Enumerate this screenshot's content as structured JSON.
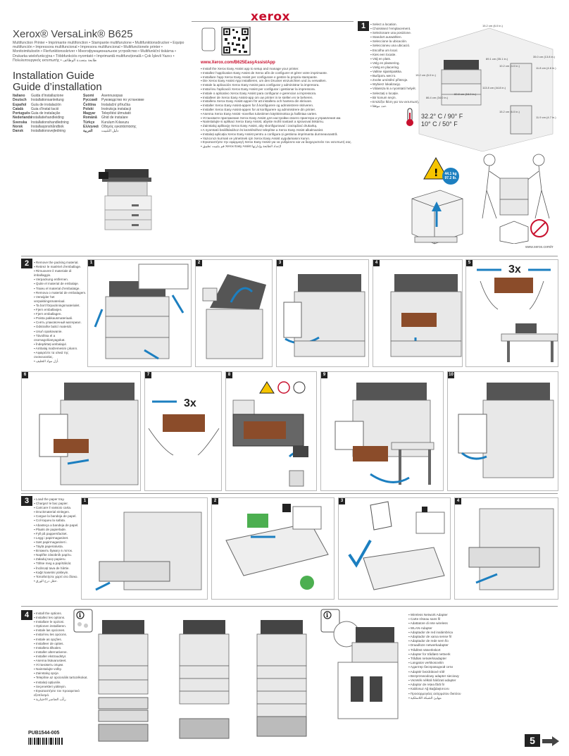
{
  "brand": "xerox",
  "product": "Xerox® VersaLink® B625",
  "subtitles": "Multifunction Printer • Imprimante multifonction • Stampante multifunzione • Multifunktionsdrucker • Equipo multifunción • Impressora multifuncional • Impresora multifuncional • Multifunctionele printer • Monitoimitulostin • Flerfunktionsskriver • Многофункциональное устройство • Multifunkční tiskárna • Drukarka wielofunkcyjna • Többfunkciós nyomtató • Imprimantă multifuncțională • Çok İşlevli Yazıcı • Πολυλειτουργικός εκτυπωτής • طابعة متعددة الوظائف",
  "guide_title_1": "Installation Guide",
  "guide_title_2": "Guide d’installation",
  "languages_left": [
    {
      "lang": "Italiano",
      "text": "Guida d’installazione"
    },
    {
      "lang": "Deutsch",
      "text": "Installationsanleitung"
    },
    {
      "lang": "Español",
      "text": "Guía de instalación"
    },
    {
      "lang": "Català",
      "text": "Guia d’instal·lació"
    },
    {
      "lang": "Português",
      "text": "Guia de instalação"
    },
    {
      "lang": "Nederlands",
      "text": "Installatiehandleiding"
    },
    {
      "lang": "Svenska",
      "text": "Installationshandledning"
    },
    {
      "lang": "Norsk",
      "text": "Installasjonshåndbok"
    },
    {
      "lang": "Dansk",
      "text": "Installationsvejledning"
    }
  ],
  "languages_right": [
    {
      "lang": "Suomi",
      "text": "Asennusopas"
    },
    {
      "lang": "Русский",
      "text": "Руководство по установке"
    },
    {
      "lang": "Čeština",
      "text": "Instalační příručka"
    },
    {
      "lang": "Polski",
      "text": "Instrukcja instalacji"
    },
    {
      "lang": "Magyar",
      "text": "Telepítési útmutató"
    },
    {
      "lang": "Română",
      "text": "Ghid de instalare"
    },
    {
      "lang": "Türkçe",
      "text": "Kurulum Kılavuzu"
    },
    {
      "lang": "Ελληνικά",
      "text": "Οδηγός εγκατάστασης"
    },
    {
      "lang": "العربية",
      "text": "دليل التثبيت"
    }
  ],
  "qr_url": "www.Xerox.com/B625EasyAssistApp",
  "qr_items": [
    "Install the Xerox Easy Assist app to setup and manage your printer.",
    "Installez l’application Easy Assist de Xerox afin de configurer et gérer votre imprimante.",
    "Installare l’app Xerox Easy Assist per configurare e gestire la propria stampante.",
    "Die Xerox Easy Assist App installieren, um den Drucker einzurichten und zu verwalten.",
    "Instale la aplicación Xerox Easy Assist para configurar y administrar la impresora.",
    "Instal·leu l’aplicació Xerox Easy Assist per configurar i gestionar la impressora.",
    "Instale o aplicativo Xerox Easy Assist para configurar e gerenciar a impressora.",
    "Installeer de Xerox Easy Assist-app om uw printer in te stellen en te beheren.",
    "Installera Xerox Easy Assist-appen för att installera och hantera din skrivare.",
    "Installer Xerox Easy Assist-appen for å konfigurere og administrere skriveren.",
    "Installer Xerox Easy Assist-appen for at konfigurere og administrere din printer.",
    "Asenna Xerox Easy Assist -sovellus tulostimen käyttöönottoa ja hallintaa varten.",
    "Установите приложение Xerox Easy Assist для настройки своего принтера и управления им.",
    "Nainstalujte si aplikaci Xerox Easy Assist, abyste mohli nastavit a spravovat tiskárnu.",
    "Zainstaluj aplikację Xerox Easy Assist, aby skonfigurować i zarządzać drukarką.",
    "A nyomtató beállításához és kezeléséhez telepítse a Xerox Easy Assist alkalmazást.",
    "Instalați aplicația Xerox Easy Assist pentru a configura și gestiona imprimanta dumneavoastră.",
    "Yazıcınızı kurmak ve yönetmek için Xerox Easy Assist uygulamasını kurun.",
    "Εγκαταστήστε την εφαρμογή Xerox Easy Assist για να ρυθμίσετε και να διαχειριστείτε τον εκτυπωτή σας.",
    "قم بتثبيت تطبيق Xerox Easy Assist لإعداد الطابعة وإدارتها"
  ],
  "step1": {
    "num": "1",
    "items": [
      "Select a location.",
      "Choisissez l’emplacement.",
      "Selezionare una posizione.",
      "Standort auswählen.",
      "Seleccione la ubicación.",
      "Seleccioneu una ubicació.",
      "Escolha um local.",
      "Kies een locatie.",
      "Välj en plats.",
      "Velg en plassering.",
      "Vælg en placering.",
      "Valitse sijaintipaikka.",
      "Выбрать место.",
      "Zvolte umístění přístroje.",
      "Wybierz lokalizację.",
      "Válassza ki a nyomtató helyét.",
      "Selectați o locație.",
      "Bir konum seçin.",
      "Επιλέξτε θέση για τον εκτυπωτή.",
      "حدد موقعًا."
    ],
    "temp_f": "32.2° C / 90° F",
    "temp_c": "10° C / 50° F",
    "weight_1": "44.1 kg",
    "weight_2": "97.2 lb.",
    "dims": [
      "15.2 cm (6.0 in.)",
      "89.1 cm (35.1 in.)",
      "15.2 cm (6.0 in.)",
      "86.4 cm (34.0 in.)",
      "60.8 cm (16.0 in.)",
      "113.8 cm (44.8 in.)",
      "10.2 cm (4.0 in.)",
      "35.0 cm (13.8 in.)",
      "11.8 cm (4.6 in.)",
      "15.2 cm (6.0 in.)",
      "11.9 cm (4.7 in.)"
    ],
    "recycle_url": "www.xerox.com/rr"
  },
  "step2": {
    "num": "2",
    "items": [
      "Remove the packing material.",
      "Retirez le matériel d’emballage.",
      "Rimuovere il materiale di imballaggio.",
      "Verpackung entfernen.",
      "Quite el material de embalaje.",
      "Traieu el material d’embalatge.",
      "Remova o material de embalagem.",
      "Verwijder het verpakkingsmateriaal.",
      "Ta bort förpackningsmaterialet.",
      "Fjern emballasjen.",
      "Fjern emballagen.",
      "Poista pakkausmateriaali.",
      "Снять упаковочный материал.",
      "Odstraňte balicí materiál.",
      "Usuń opakowanie.",
      "Távolítsa el a csomagolóanyagokat.",
      "Îndepărtați ambalajul.",
      "Ambalaj malzemesini çıkarın.",
      "Αφαιρέστε τα υλικά της συσκευασίας.",
      "أزل مواد التغليف."
    ],
    "multiplier": "3x",
    "multiplier2": "3x",
    "panels": [
      "1",
      "2",
      "3",
      "4",
      "5",
      "6",
      "7",
      "8",
      "9",
      "10"
    ]
  },
  "step3": {
    "num": "3",
    "items": [
      "Load the paper tray.",
      "Chargez le bac papier.",
      "Caricare il vassoio carta.",
      "Druckmaterial einlegen.",
      "Cargue la bandeja de papel.",
      "Col·loqueu la safata.",
      "Abasteça a bandeja de papel.",
      "Plaats de papierlade.",
      "Fyll på pappersfacket.",
      "Legg i papirmagasinet.",
      "Sæt papirmagasinet i.",
      "Täytä paperialusta.",
      "Вложить бумагу в лоток.",
      "Naplňte zásobník papíru.",
      "Załaduj tacę papieru.",
      "Töltse meg a papírtálcát.",
      "Încărcați tava de hârtie.",
      "Kağıt kasetini yükleyin.",
      "Τοποθετήστε χαρτί στο δίσκο.",
      "حمّل درج الورق."
    ],
    "panels": [
      "1",
      "2",
      "3",
      "4"
    ]
  },
  "step4": {
    "num": "4",
    "items": [
      "Install the options.",
      "Installez les options.",
      "Installare le opzioni.",
      "Optionen installieren.",
      "Instale las opciones.",
      "Instal·leu les opcions.",
      "Instale as opções.",
      "Installeer de opties.",
      "Installera tillvalen.",
      "Installer alternativene.",
      "Installer ekstraudstyr.",
      "Asenna lisävarusteet.",
      "Установить опции.",
      "Nainstalujte volby.",
      "Zainstaluj opcje.",
      "Telepítse az opcionális tartozékokat.",
      "Instalați opțiunile.",
      "Seçenekleri yükleyin.",
      "Εγκαταστήστε τον προαιρετικό εξοπλισμό.",
      "ركّب العناصر الاختيارية."
    ],
    "pub_id": "PUB1544-005"
  },
  "adapters": [
    "Wireless Network Adapter",
    "Carte réseau sans fil",
    "Adattatore di rete wireless",
    "WLAN-Adapter",
    "Adaptador de red inalámbrica",
    "Adaptador de xarxa sense fil",
    "Adaptador de rede sem fio",
    "Draadloze netwerkadapter",
    "Trådlöst nätverkskort",
    "Adapter for trådløst nettverk",
    "Trådløs netværksadapter",
    "Langaton verkkosovitin",
    "Адаптер беспроводной сети",
    "Adaptér bezdrátové sítě",
    "Bezprzewodowy adapter sieciowy",
    "Vezeték nélküli hálózati adapter",
    "Adaptor de rețea fără fir",
    "Kablosuz Ağ Bağdaştırıcısı",
    "Προσαρμογέας ασύρματου δικτύου",
    "مهايئ الشبكة اللاسلكية"
  ],
  "page_number": "5"
}
